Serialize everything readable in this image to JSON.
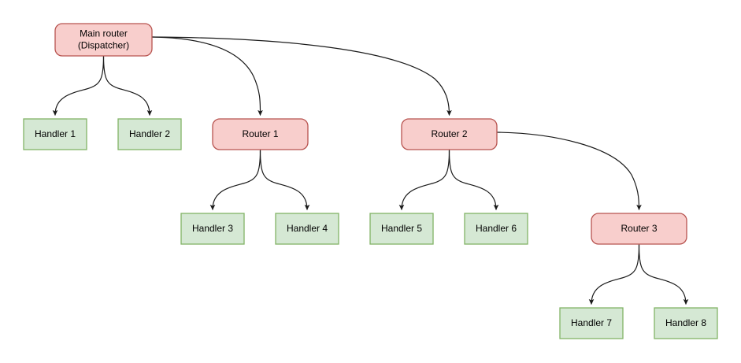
{
  "diagram": {
    "background_color": "#ffffff",
    "router_fill": "#f8cecc",
    "router_stroke": "#b85450",
    "handler_fill": "#d5e8d4",
    "handler_stroke": "#82b366",
    "edge_color": "#1a1a1a",
    "nodes": [
      {
        "id": "main-router",
        "type": "router",
        "line1": "Main router",
        "line2": "(Dispatcher)"
      },
      {
        "id": "handler-1",
        "type": "handler",
        "line1": "Handler 1"
      },
      {
        "id": "handler-2",
        "type": "handler",
        "line1": "Handler 2"
      },
      {
        "id": "router-1",
        "type": "router",
        "line1": "Router 1"
      },
      {
        "id": "router-2",
        "type": "router",
        "line1": "Router 2"
      },
      {
        "id": "handler-3",
        "type": "handler",
        "line1": "Handler 3"
      },
      {
        "id": "handler-4",
        "type": "handler",
        "line1": "Handler 4"
      },
      {
        "id": "handler-5",
        "type": "handler",
        "line1": "Handler 5"
      },
      {
        "id": "handler-6",
        "type": "handler",
        "line1": "Handler 6"
      },
      {
        "id": "router-3",
        "type": "router",
        "line1": "Router 3"
      },
      {
        "id": "handler-7",
        "type": "handler",
        "line1": "Handler 7"
      },
      {
        "id": "handler-8",
        "type": "handler",
        "line1": "Handler 8"
      }
    ],
    "edges": [
      {
        "from": "main-router",
        "to": "handler-1"
      },
      {
        "from": "main-router",
        "to": "handler-2"
      },
      {
        "from": "main-router",
        "to": "router-1"
      },
      {
        "from": "main-router",
        "to": "router-2"
      },
      {
        "from": "router-1",
        "to": "handler-3"
      },
      {
        "from": "router-1",
        "to": "handler-4"
      },
      {
        "from": "router-2",
        "to": "handler-5"
      },
      {
        "from": "router-2",
        "to": "handler-6"
      },
      {
        "from": "router-2",
        "to": "router-3"
      },
      {
        "from": "router-3",
        "to": "handler-7"
      },
      {
        "from": "router-3",
        "to": "handler-8"
      }
    ]
  }
}
